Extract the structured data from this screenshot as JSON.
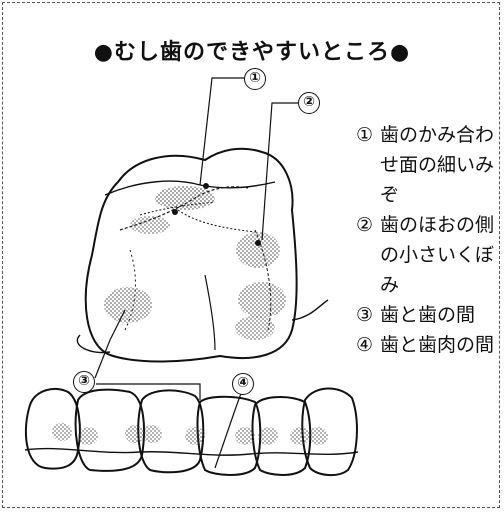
{
  "title": "●むし歯のできやすいところ●",
  "callouts": [
    "①",
    "②",
    "③",
    "④"
  ],
  "legend": [
    {
      "num": "①",
      "text": "歯のかみ合わせ面の細いみぞ"
    },
    {
      "num": "②",
      "text": "歯のほおの側の小さいくぼみ"
    },
    {
      "num": "③",
      "text": "歯と歯の間"
    },
    {
      "num": "④",
      "text": "歯と歯肉の間"
    }
  ]
}
